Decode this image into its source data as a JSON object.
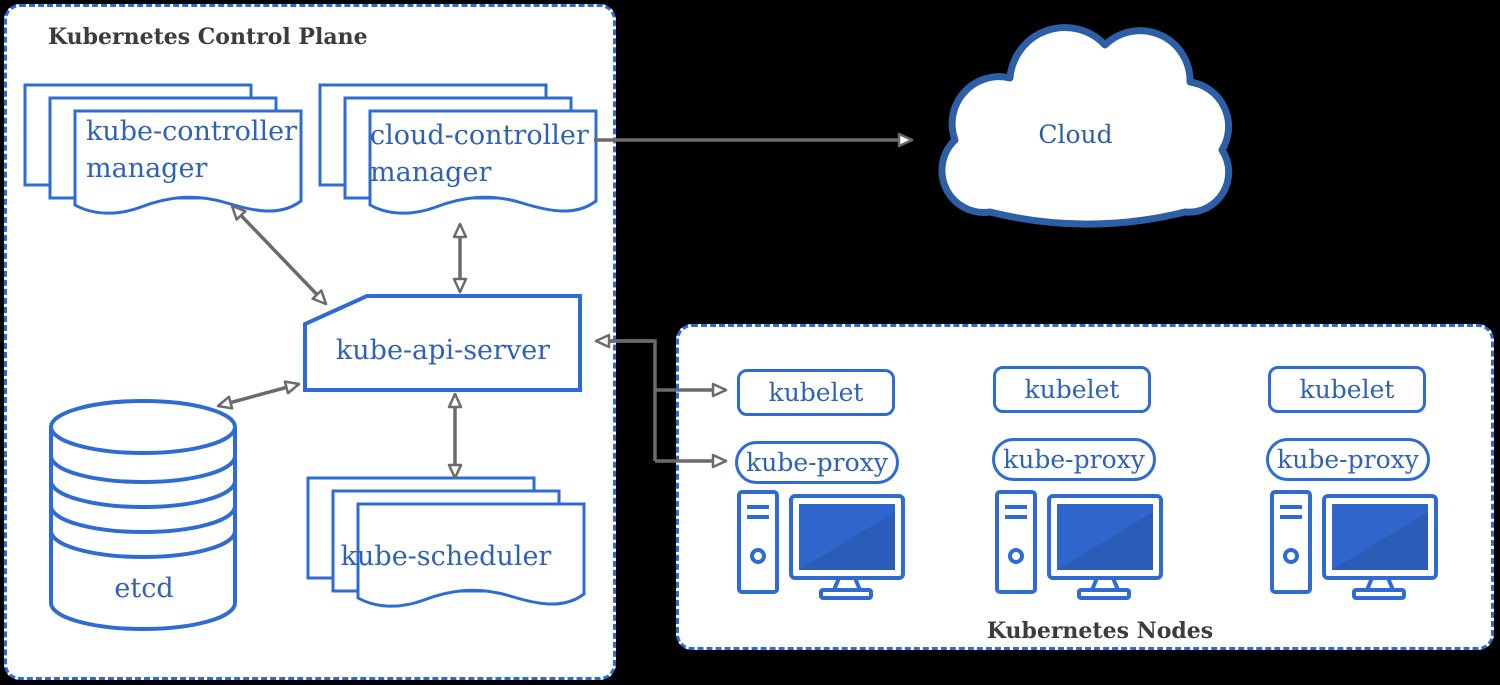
{
  "colors": {
    "accent_blue": "#2e6bd3",
    "cloud_blue": "#2d5fa7",
    "text_blue": "#2f62b4",
    "arrow_gray": "#6b6b6b",
    "title_gray": "#3c3c3c",
    "monitor_screen_blue": "#2f66cc",
    "panel_bg": "#ffffff",
    "canvas_bg": "#000000"
  },
  "control_plane": {
    "title": "Kubernetes Control Plane",
    "kube_controller_manager": "kube-controller\nmanager",
    "cloud_controller_manager": "cloud-controller\nmanager",
    "kube_api_server": "kube-api-server",
    "etcd": "etcd",
    "kube_scheduler": "kube-scheduler"
  },
  "cloud": {
    "label": "Cloud"
  },
  "nodes": {
    "title": "Kubernetes Nodes",
    "items": [
      {
        "kubelet": "kubelet",
        "kube_proxy": "kube-proxy"
      },
      {
        "kubelet": "kubelet",
        "kube_proxy": "kube-proxy"
      },
      {
        "kubelet": "kubelet",
        "kube_proxy": "kube-proxy"
      }
    ]
  }
}
